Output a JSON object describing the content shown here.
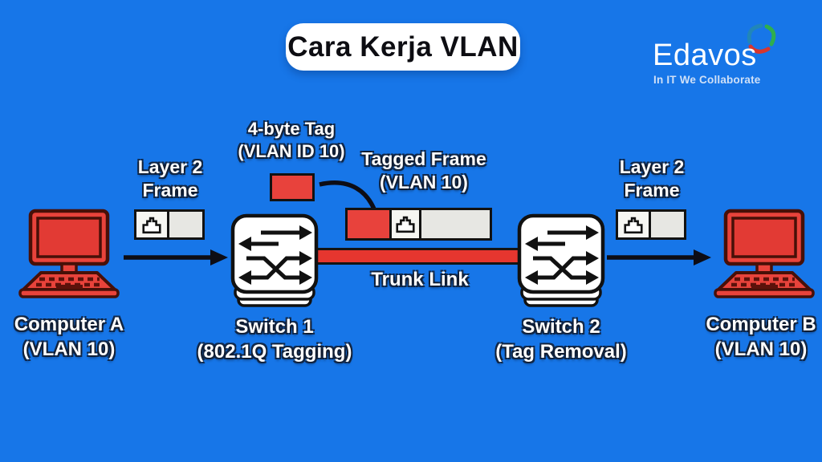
{
  "colors": {
    "background": "#1776e8",
    "device_red": "#e8423c",
    "device_border_dark_red": "#471008",
    "line_black": "#0d0d15",
    "frame_gray": "#e7e7e3",
    "trunk_red": "#e6362f",
    "white": "#ffffff"
  },
  "header": {
    "title": "Cara Kerja VLAN",
    "brand": {
      "name": "Edavos",
      "tagline": "In IT We Collaborate",
      "logo_icon": "swirl-icon"
    }
  },
  "diagram": {
    "computer_a": {
      "name_line": "Computer A",
      "vlan_line": "(VLAN 10)"
    },
    "computer_b": {
      "name_line": "Computer B",
      "vlan_line": "(VLAN 10)"
    },
    "switch_1": {
      "name_line": "Switch 1",
      "function_line": "(802.1Q Tagging)"
    },
    "switch_2": {
      "name_line": "Switch 2",
      "function_line": "(Tag Removal)"
    },
    "layer2_frame_left": {
      "line1": "Layer 2",
      "line2": "Frame"
    },
    "layer2_frame_right": {
      "line1": "Layer 2",
      "line2": "Frame"
    },
    "tag_label": {
      "line1": "4-byte Tag",
      "line2": "(VLAN ID 10)"
    },
    "tagged_frame_label": {
      "line1": "Tagged Frame",
      "line2": "(VLAN 10)"
    },
    "trunk_label": "Trunk Link"
  }
}
